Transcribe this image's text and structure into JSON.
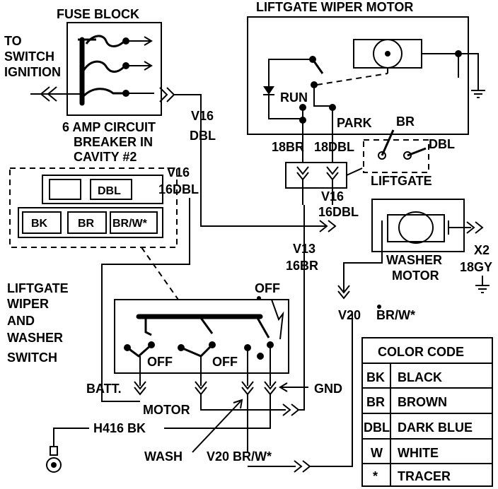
{
  "labels": {
    "fuse_block": "FUSE BLOCK",
    "to_switch": "TO",
    "switch": "SWITCH",
    "ignition": "IGNITION",
    "breaker_line1": "6 AMP CIRCUIT",
    "breaker_line2": "BREAKER IN",
    "breaker_line3": "CAVITY #2",
    "v16_top": "V16",
    "dbl_top": "DBL",
    "v16_mid": "V16",
    "dbl_mid": "16DBL",
    "connector_dbl": "DBL",
    "connector_bk": "BK",
    "connector_br": "BR",
    "connector_brw": "BR/W*",
    "switch_title_1": "LIFTGATE",
    "switch_title_2": "WIPER",
    "switch_title_3": "AND",
    "switch_title_4": "WASHER",
    "switch_title_5": "SWITCH",
    "off_top": "OFF",
    "off_1": "OFF",
    "off_2": "OFF",
    "batt": "BATT.",
    "motor": "MOTOR",
    "gnd": "GND",
    "h416": "H416  BK",
    "wash": "WASH",
    "v20_bottom": "V20  BR/W*",
    "wiper_motor": "LIFTGATE WIPER MOTOR",
    "run": "RUN",
    "park": "PARK",
    "br_switch": "BR",
    "dbl_switch": "DBL",
    "liftgate": "LIFTGATE",
    "w18br": "18BR",
    "w18dbl": "18DBL",
    "v16_right": "V16",
    "dbl_right": "16DBL",
    "v13": "V13",
    "br16": "16BR",
    "washer_motor_1": "WASHER",
    "washer_motor_2": "MOTOR",
    "x2": "X2",
    "gy18": "18GY",
    "v20_right": "V20",
    "brw_right": "BR/W*"
  },
  "color_code": {
    "title": "COLOR CODE",
    "rows": [
      {
        "code": "BK",
        "name": "BLACK"
      },
      {
        "code": "BR",
        "name": "BROWN"
      },
      {
        "code": "DBL",
        "name": "DARK BLUE"
      },
      {
        "code": "W",
        "name": "WHITE"
      },
      {
        "code": "*",
        "name": "TRACER"
      }
    ]
  }
}
